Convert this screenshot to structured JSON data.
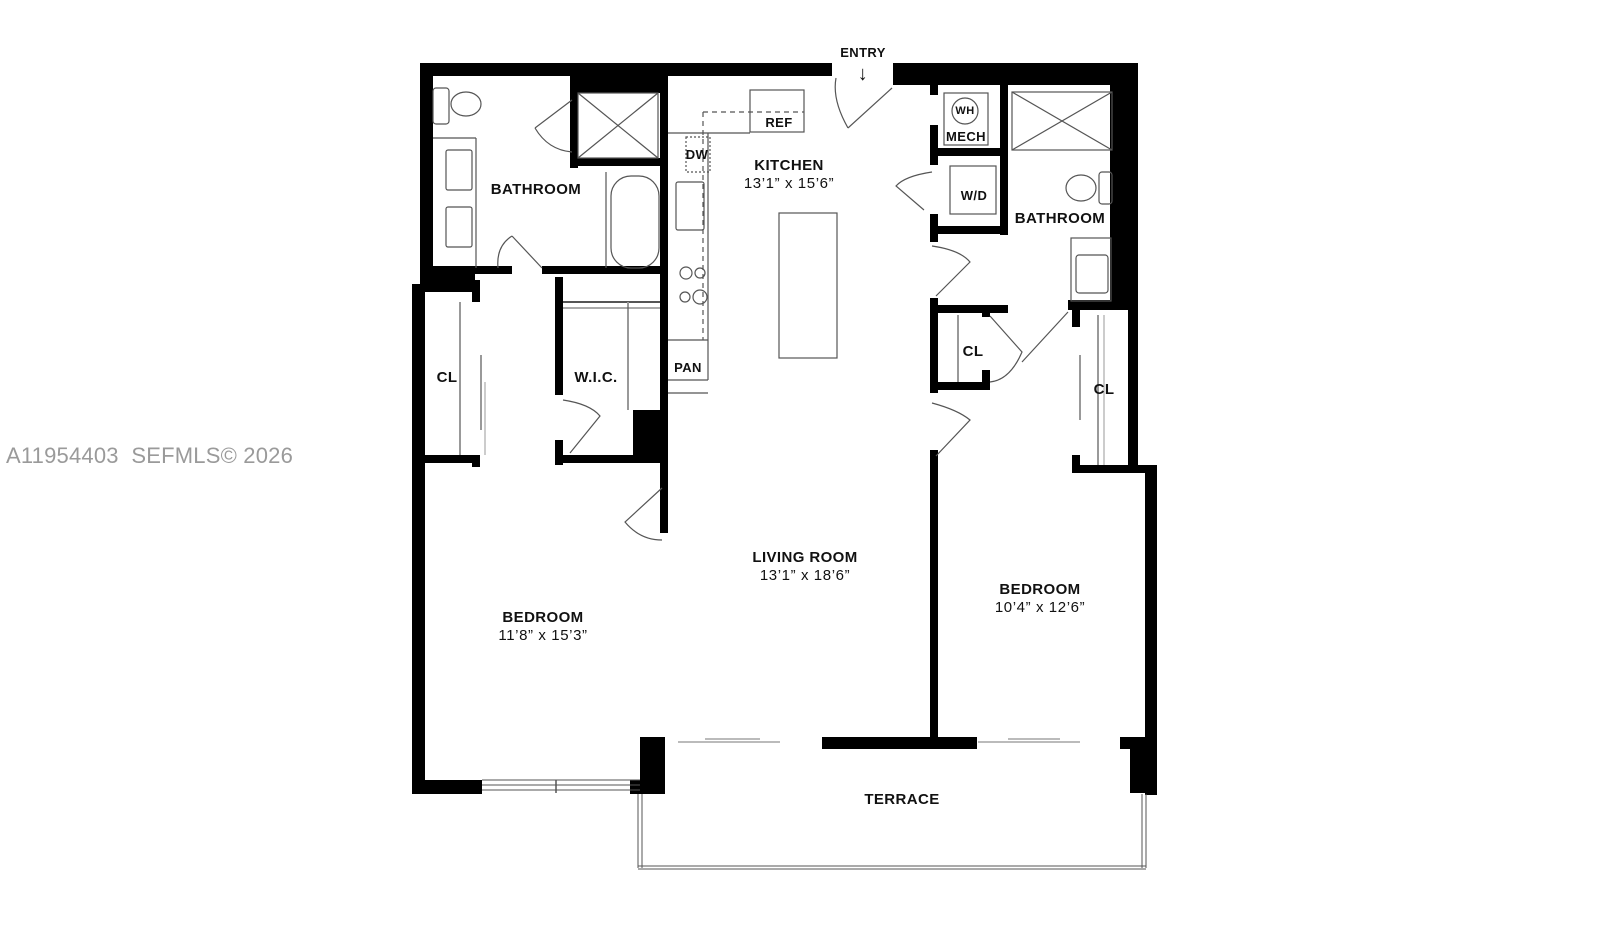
{
  "watermark": "A11954403  SEFMLS© 2026",
  "entry": {
    "label": "ENTRY",
    "icon": "arrow-down-icon"
  },
  "rooms": {
    "kitchen": {
      "name": "KITCHEN",
      "dims": "13’1” x 15’6”"
    },
    "living_room": {
      "name": "LIVING ROOM",
      "dims": "13’1” x 18’6”"
    },
    "bedroom_left": {
      "name": "BEDROOM",
      "dims": "11’8” x 15’3”"
    },
    "bedroom_right": {
      "name": "BEDROOM",
      "dims": "10’4” x 12’6”"
    },
    "bathroom_left": {
      "name": "BATHROOM"
    },
    "bathroom_right": {
      "name": "BATHROOM"
    },
    "terrace": {
      "name": "TERRACE"
    },
    "wic": {
      "name": "W.I.C."
    },
    "closet_left": {
      "name": "CL"
    },
    "closet_right_small": {
      "name": "CL"
    },
    "closet_right_large": {
      "name": "CL"
    }
  },
  "fixtures": {
    "ref": "REF",
    "dw": "DW",
    "pan": "PAN",
    "wh": "WH",
    "mech": "MECH",
    "wd": "W/D"
  },
  "colors": {
    "wall": "#000000",
    "line": "#333333",
    "door_slide": "#aaaaaa",
    "background": "#ffffff",
    "watermark": "#9a9a9a"
  }
}
